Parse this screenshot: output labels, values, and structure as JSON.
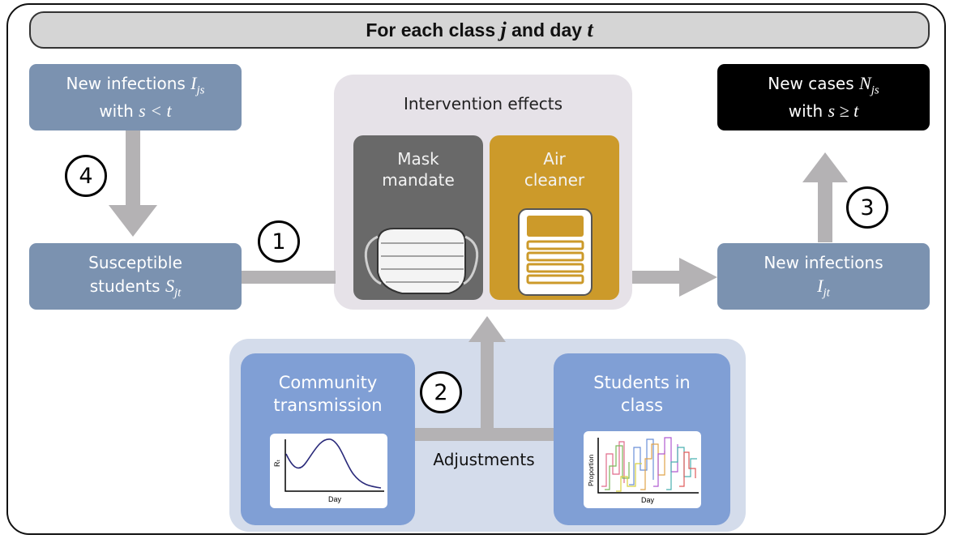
{
  "header": {
    "prefix": "For each class ",
    "var_class": "j",
    "middle": " and day ",
    "var_day": "t"
  },
  "boxes": {
    "new_infections_past": {
      "line1": "New infections ",
      "var": "I",
      "sub": "js",
      "line2_pre": "with ",
      "cond": "s < t"
    },
    "susceptible": {
      "line1": "Susceptible",
      "line2_pre": "students ",
      "var": "S",
      "sub": "jt"
    },
    "new_cases": {
      "line1": "New cases ",
      "var": "N",
      "sub": "js",
      "line2_pre": "with ",
      "cond": "s ≥ t"
    },
    "new_infections": {
      "line1": "New infections",
      "var": "I",
      "sub": "jt"
    }
  },
  "intervention": {
    "title": "Intervention effects",
    "mask": {
      "line1": "Mask",
      "line2": "mandate"
    },
    "air": {
      "line1": "Air",
      "line2": "cleaner"
    }
  },
  "adjustments": {
    "label": "Adjustments",
    "community": {
      "line1": "Community",
      "line2": "transmission",
      "plot_ylabel": "Rₜ",
      "plot_xlabel": "Day"
    },
    "students": {
      "line1": "Students in",
      "line2": "class",
      "plot_ylabel": "Proportion",
      "plot_xlabel": "Day"
    }
  },
  "steps": [
    "1",
    "2",
    "3",
    "4"
  ],
  "colors": {
    "slate_box": "#7b92b0",
    "black_box": "#000000",
    "arrow": "#b4b2b4",
    "intervention_bg": "#e6e2e8",
    "mask_box": "#696969",
    "air_box": "#cc9a2a",
    "adjust_panel": "#d4dceb",
    "blue_box": "#809fd5",
    "header_bg": "#d5d5d5"
  }
}
